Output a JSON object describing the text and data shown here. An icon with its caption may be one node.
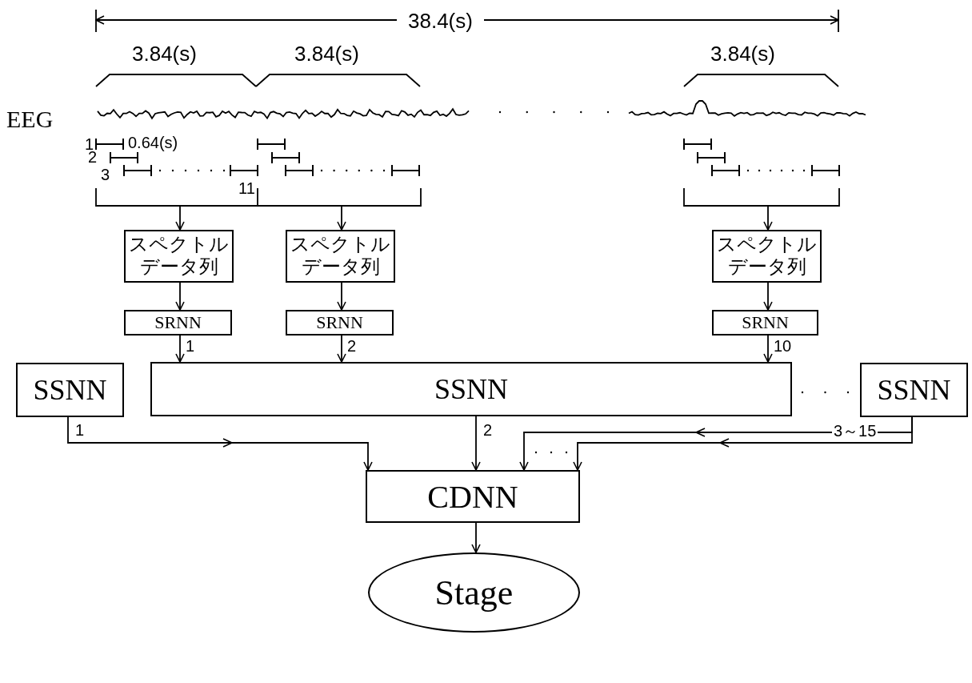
{
  "diagram": {
    "nodes": [
      {
        "text": [],
        "shape": "bracket"
      },
      {
        "text": [],
        "shape": "bracket"
      },
      {
        "text": [
          "スペクトルデータ列"
        ]
      },
      {
        "text": [
          "スペクトルデータ列"
        ]
      },
      {
        "text": [
          "スペクトルデータ列"
        ]
      },
      {
        "text": [
          "SRNN"
        ]
      },
      {
        "text": [
          "SRNN"
        ]
      },
      {
        "text": [
          "SRNN"
        ]
      },
      {
        "text": [
          "SSNN"
        ]
      },
      {
        "text": [
          "SSNN"
        ]
      },
      {
        "text": [
          "SSNN"
        ]
      },
      {
        "text": [
          "CDNN"
        ]
      },
      {
        "text": [
          "Stage"
        ]
      }
    ],
    "edges": [
      {
        "from": 0,
        "to": 2,
        "arrow": "to"
      },
      {
        "from": 0,
        "to": 3,
        "arrow": "to"
      },
      {
        "from": 1,
        "to": 4,
        "arrow": "to"
      },
      {
        "from": 2,
        "to": 5,
        "arrow": "to"
      },
      {
        "from": 3,
        "to": 6,
        "arrow": "to"
      },
      {
        "from": 4,
        "to": 7,
        "arrow": "to"
      },
      {
        "from": 5,
        "to": 9,
        "arrow": "to",
        "label": "1"
      },
      {
        "from": 6,
        "to": 9,
        "arrow": "to",
        "label": "2"
      },
      {
        "from": 7,
        "to": 9,
        "arrow": "to",
        "label": "10"
      },
      {
        "from": 8,
        "to": 11,
        "arrow": "to",
        "label": "1"
      },
      {
        "from": 9,
        "to": 11,
        "arrow": "to",
        "label": "2"
      },
      {
        "from": 10,
        "to": 11,
        "arrow": "to",
        "label": "3～15"
      },
      {
        "from": 10,
        "to": 11,
        "arrow": "to"
      },
      {
        "from": 11,
        "to": 12,
        "arrow": "to"
      }
    ],
    "labels": [
      "38.4(s)",
      "3.84(s)",
      "3.84(s)",
      "3.84(s)",
      "EEG",
      "1",
      "0.64(s)",
      "2",
      "3",
      "11"
    ]
  }
}
